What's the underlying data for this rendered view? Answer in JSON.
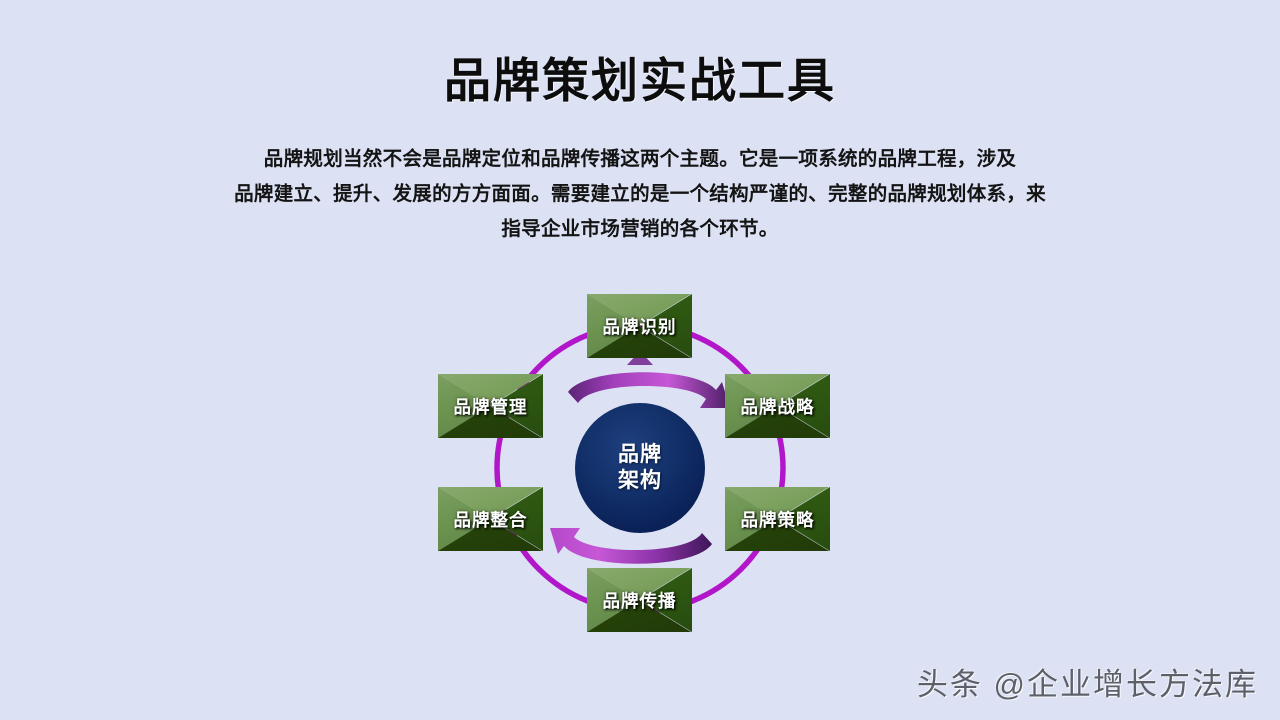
{
  "slide": {
    "background_color": "#dce2f4",
    "title": "品牌策划实战工具",
    "body_lines": [
      "品牌规划当然不会是品牌定位和品牌传播这两个主题。它是一项系统的品牌工程，涉及",
      "品牌建立、提升、发展的方方面面。需要建立的是一个结构严谨的、完整的品牌规划体系，来",
      "指导企业市场营销的各个环节。"
    ]
  },
  "diagram": {
    "type": "cycle",
    "ring_color": "#b117c9",
    "center": {
      "line1": "品牌",
      "line2": "架构",
      "fill_color": "#0c2a62",
      "text_color": "#ffffff"
    },
    "arrows": {
      "top": {
        "name": "clockwise-arc-arrow-top",
        "direction": "right",
        "color_from": "#5b2475",
        "color_to": "#c34fd4"
      },
      "bottom": {
        "name": "clockwise-arc-arrow-bottom",
        "direction": "left",
        "color_from": "#5b2475",
        "color_to": "#c34fd4"
      },
      "marker": {
        "name": "up-triangle-marker",
        "color": "#7f3f9b"
      }
    },
    "nodes": [
      {
        "id": "top",
        "label": "品牌识别",
        "position": "top"
      },
      {
        "id": "right1",
        "label": "品牌战略",
        "position": "upper-right"
      },
      {
        "id": "right2",
        "label": "品牌策略",
        "position": "lower-right"
      },
      {
        "id": "bottom",
        "label": "品牌传播",
        "position": "bottom"
      },
      {
        "id": "left2",
        "label": "品牌整合",
        "position": "lower-left"
      },
      {
        "id": "left1",
        "label": "品牌管理",
        "position": "upper-left"
      }
    ],
    "node_colors": {
      "facet_top": "#7ba05d",
      "facet_left": "#6c9450",
      "facet_right": "#2f5a12",
      "facet_bottom": "#27450a",
      "text": "#ffffff"
    }
  },
  "watermark": {
    "text": "头条 @企业增长方法库"
  }
}
